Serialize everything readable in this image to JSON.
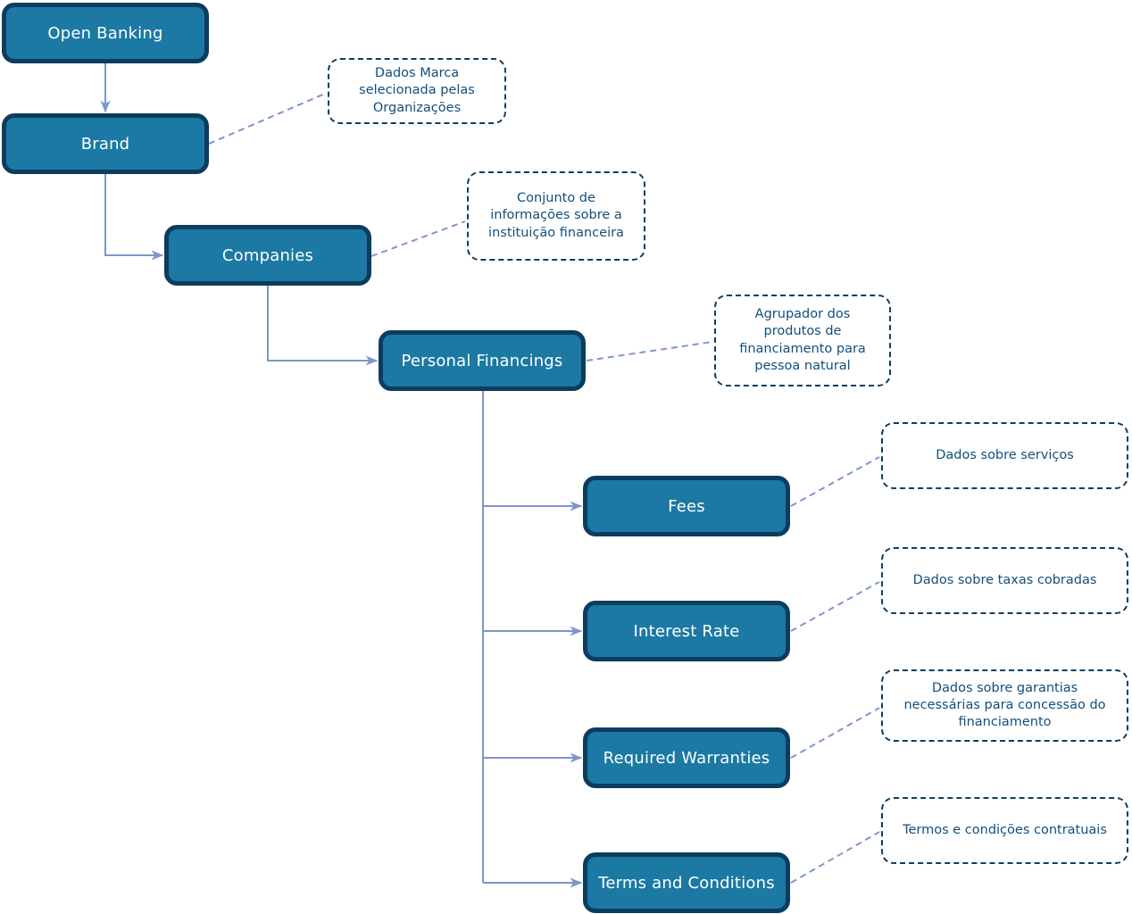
{
  "diagram": {
    "nodes": [
      {
        "id": "open-banking",
        "label": "Open Banking"
      },
      {
        "id": "brand",
        "label": "Brand"
      },
      {
        "id": "companies",
        "label": "Companies"
      },
      {
        "id": "personal-financings",
        "label": "Personal Financings"
      },
      {
        "id": "fees",
        "label": "Fees"
      },
      {
        "id": "interest-rate",
        "label": "Interest Rate"
      },
      {
        "id": "required-warranties",
        "label": "Required Warranties"
      },
      {
        "id": "terms-and-conditions",
        "label": "Terms and Conditions"
      }
    ],
    "annotations": [
      {
        "for": "brand",
        "text": "Dados Marca selecionada pelas Organizações"
      },
      {
        "for": "companies",
        "text": "Conjunto de informações sobre a instituição financeira"
      },
      {
        "for": "personal-financings",
        "text": "Agrupador dos produtos de financiamento para pessoa natural"
      },
      {
        "for": "fees",
        "text": "Dados sobre serviços"
      },
      {
        "for": "interest-rate",
        "text": "Dados sobre taxas cobradas"
      },
      {
        "for": "required-warranties",
        "text": "Dados sobre garantias necessárias para concessão do financiamento"
      },
      {
        "for": "terms-and-conditions",
        "text": "Termos e condições contratuais"
      }
    ],
    "edges": [
      {
        "from": "open-banking",
        "to": "brand"
      },
      {
        "from": "brand",
        "to": "companies"
      },
      {
        "from": "companies",
        "to": "personal-financings"
      },
      {
        "from": "personal-financings",
        "to": "fees"
      },
      {
        "from": "personal-financings",
        "to": "interest-rate"
      },
      {
        "from": "personal-financings",
        "to": "required-warranties"
      },
      {
        "from": "personal-financings",
        "to": "terms-and-conditions"
      }
    ],
    "colors": {
      "node_fill": "#1B79A3",
      "node_border": "#0D3C5F",
      "node_text": "#FFFFFF",
      "connector": "#7D96CB",
      "annotation_border": "#0E3E5F",
      "annotation_text": "#124F7D",
      "background": "#FFFFFF"
    }
  }
}
